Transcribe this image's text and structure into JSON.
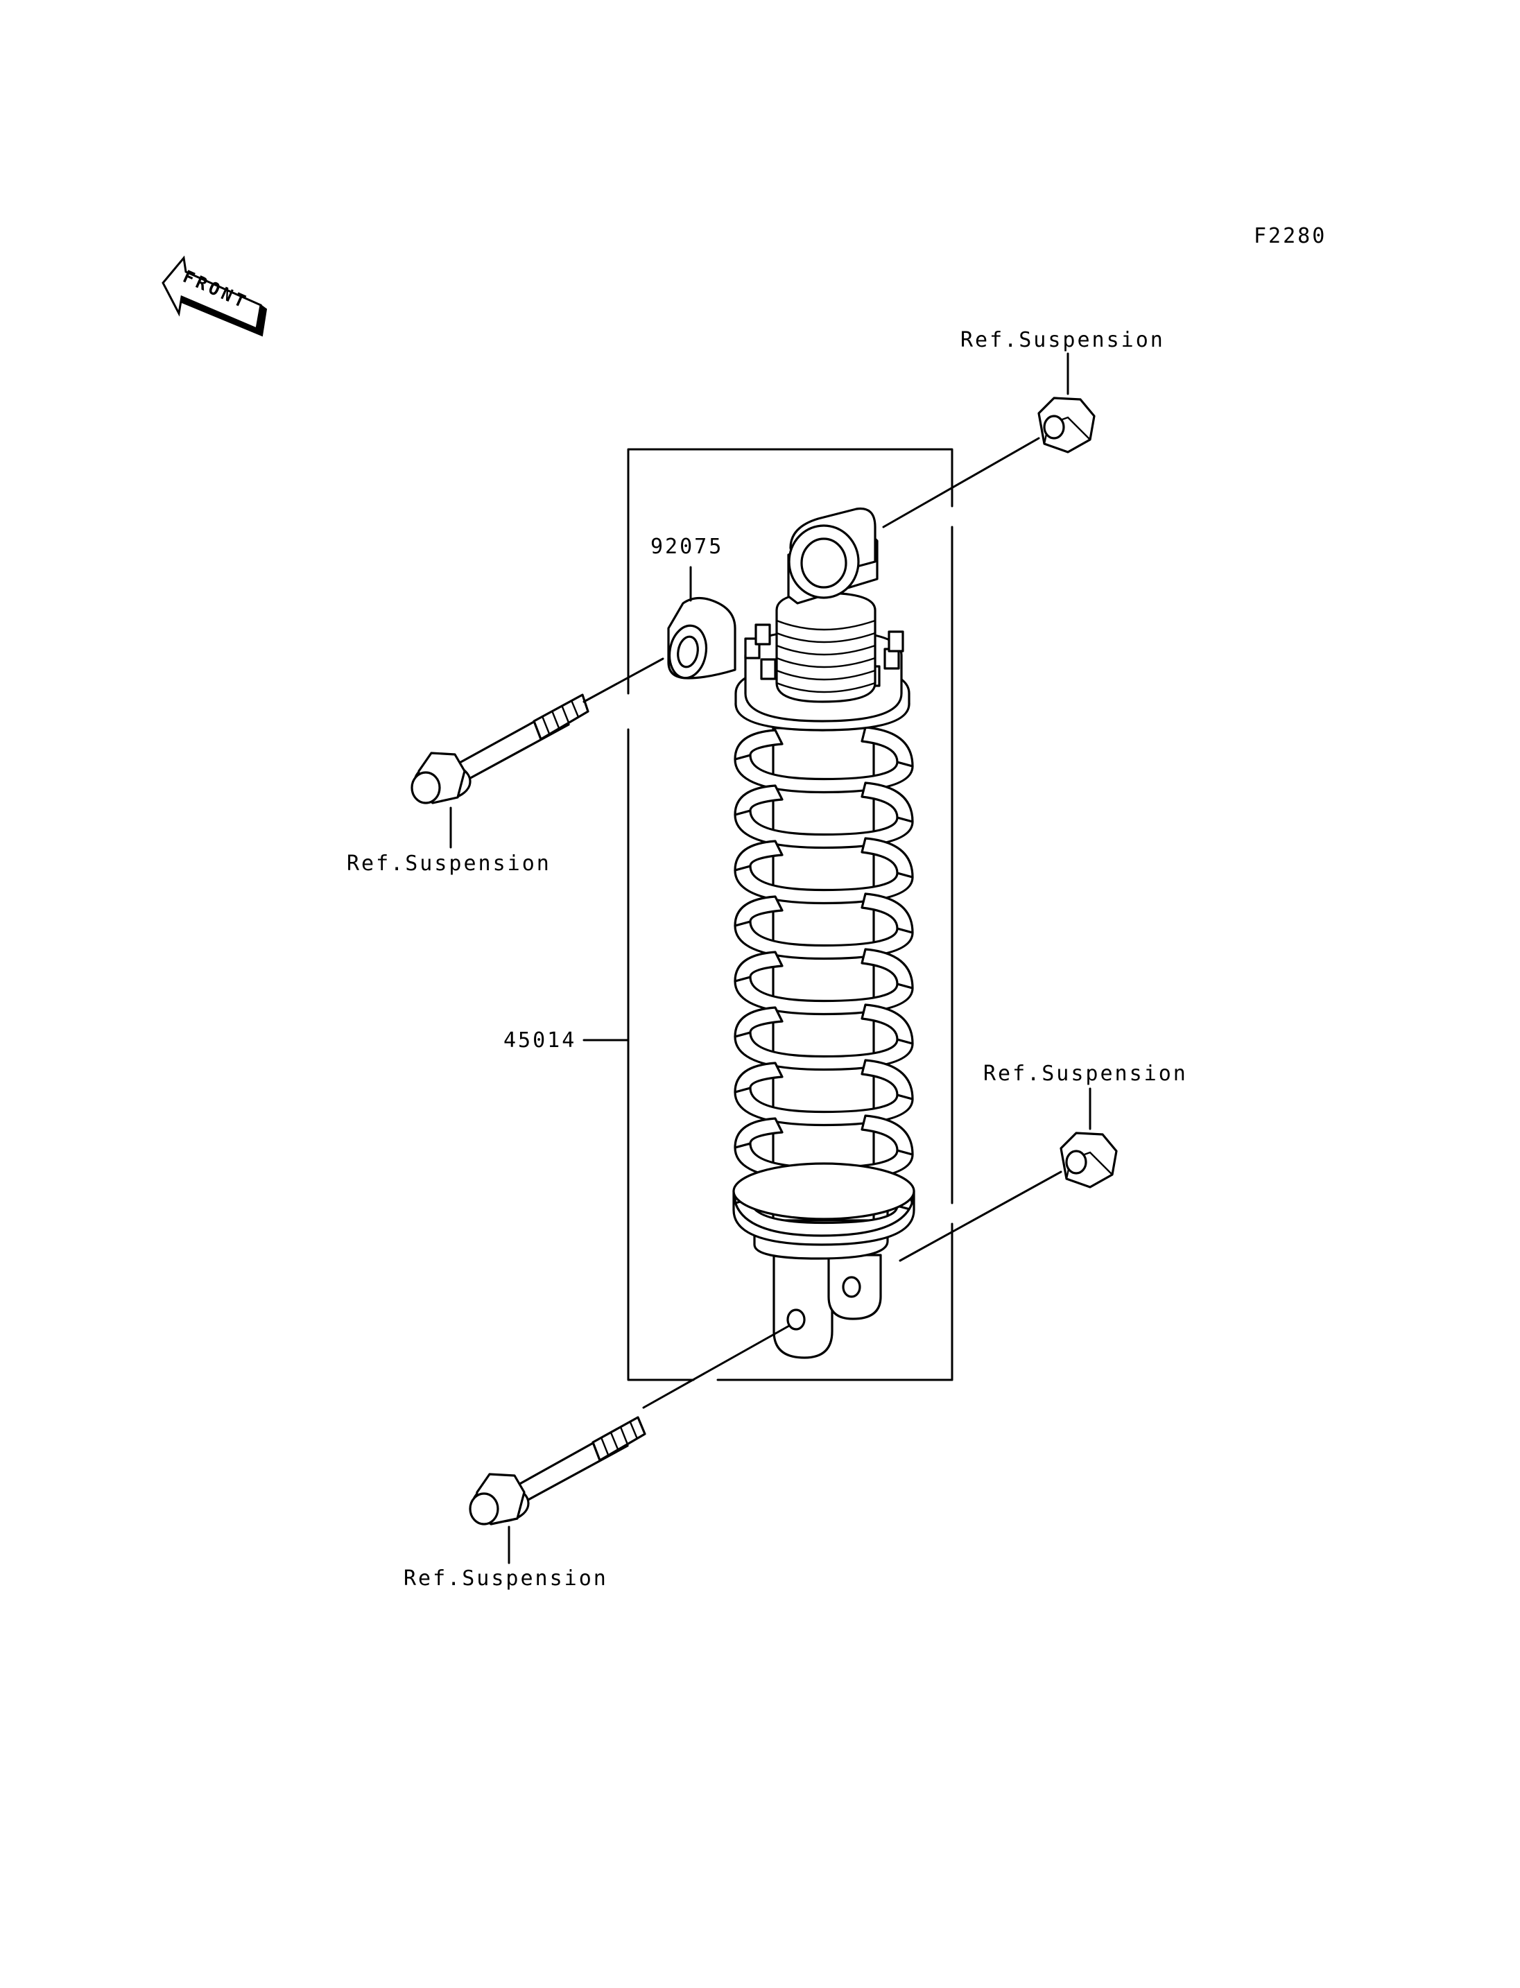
{
  "diagram": {
    "figure_code": "F2280",
    "front_marker": "FRONT",
    "labels": {
      "shock_absorber": "45014",
      "collar": "92075",
      "ref_nut_top": "Ref.Suspension",
      "ref_bolt_upper": "Ref.Suspension",
      "ref_nut_lower": "Ref.Suspension",
      "ref_bolt_lower": "Ref.Suspension"
    }
  }
}
